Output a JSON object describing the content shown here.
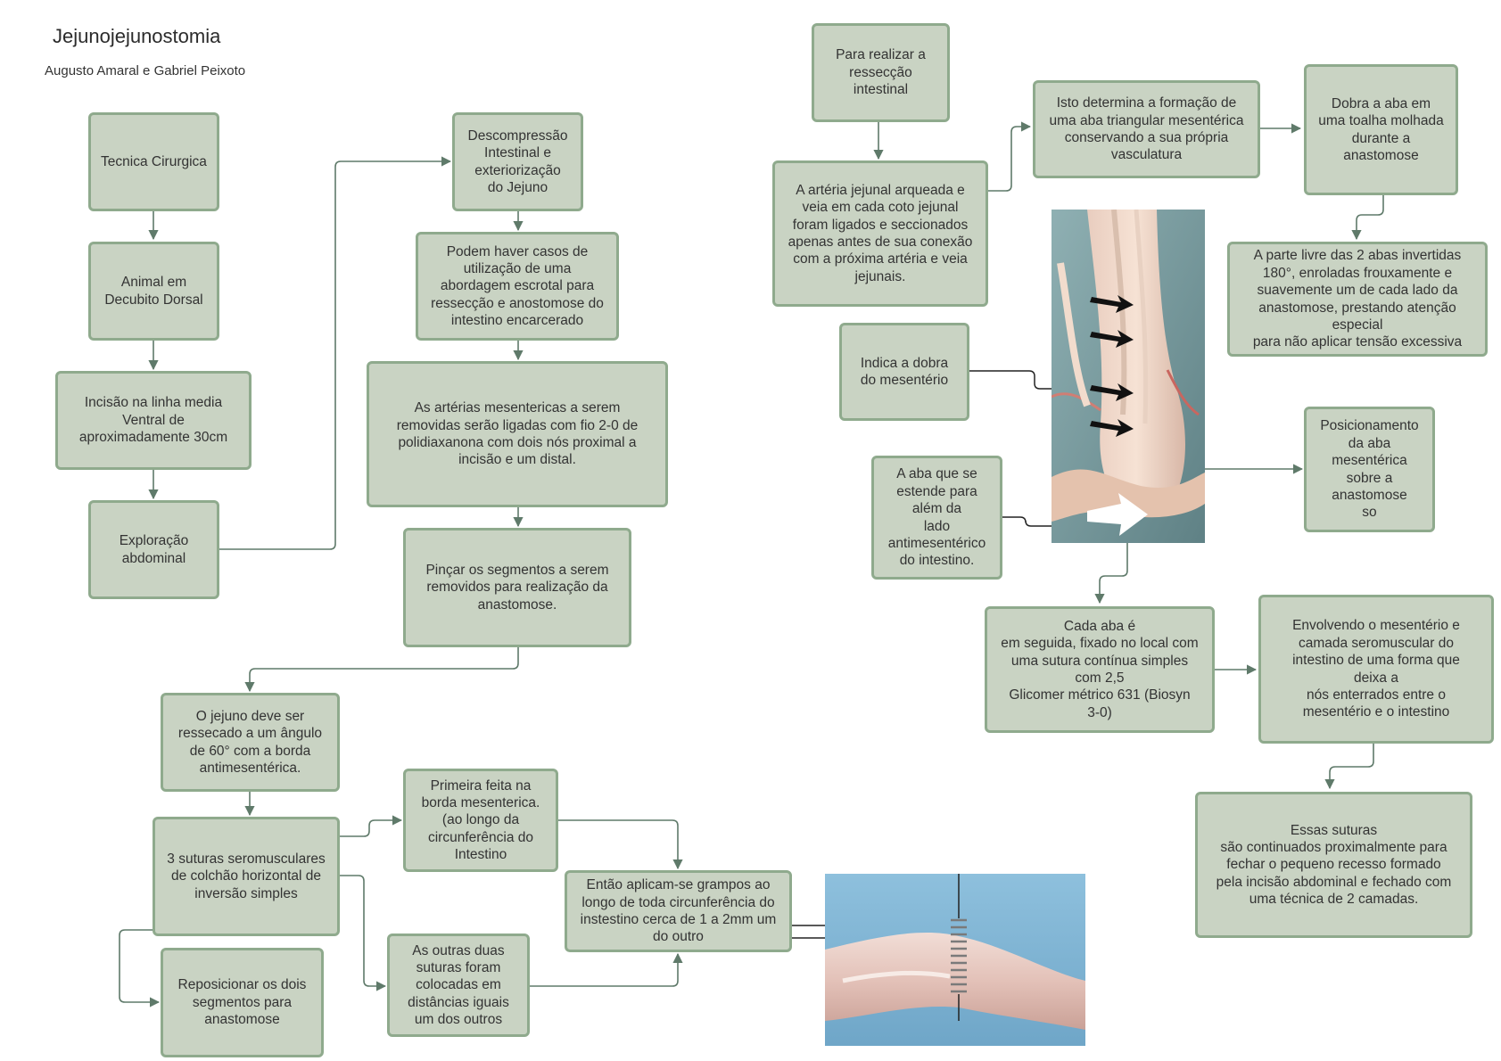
{
  "header": {
    "title": "Jejunojejunostomia",
    "authors": "Augusto Amaral e Gabriel Peixoto"
  },
  "nodes": {
    "tecnica": "Tecnica Cirurgica",
    "decubito": "Animal em\nDecubito Dorsal",
    "incisao": "Incisão na linha media\nVentral de\naproximadamente 30cm",
    "exploracao": "Exploração\nabdominal",
    "descompressao": "Descompressão\nIntestinal e\nexteriorização\ndo Jejuno",
    "escrotal": "Podem haver casos de\nutilização de uma\nabordagem escrotal para\nressecção e anostomose do\nintestino encarcerado",
    "arterias_mesentericas": "As artérias mesentericas a serem\nremovidas serão ligadas com fio 2-0 de\npolidiaxanona com dois nós proximal a\nincisão e um distal.",
    "pincar": "Pinçar os segmentos a serem\nremovidos para realização da\nanastomose.",
    "jejuno_ressecado": "O jejuno deve ser\nressecado a um ângulo\nde 60° com a borda\nantimesentérica.",
    "tres_suturas": "3 suturas seromusculares\nde colchão horizontal de\ninversão simples",
    "reposicionar": "Reposicionar os dois\nsegmentos para\nanastomose",
    "primeira_feita": "Primeira feita na\nborda mesenterica.\n(ao longo da\ncircunferência do\nIntestino",
    "outras_duas": "As outras duas\nsuturas foram\ncolocadas em\ndistâncias iguais\num dos outros",
    "grampos": "Então aplicam-se grampos ao\nlongo de toda circunferência do\ninstestino cerca de 1 a 2mm um\ndo outro",
    "para_realizar": "Para realizar a\nressecção\nintestinal",
    "arteria_jejunal": "A artéria jejunal arqueada e\nveia em cada coto jejunal\nforam ligados e seccionados\napenas antes de sua conexão\ncom a próxima artéria e veia\njejunais.",
    "aba_triangular": "Isto determina a formação de\numa aba triangular mesentérica\nconservando a sua própria\nvasculatura",
    "dobra_aba": "Dobra a aba em\numa toalha molhada\ndurante a\nanastomose",
    "parte_livre": "A parte livre das 2 abas invertidas\n180°, enroladas frouxamente e\nsuavemente um de cada lado da\nanastomose, prestando atenção\nespecial\npara não aplicar tensão excessiva",
    "indica_dobra": "Indica a dobra\ndo mesentério",
    "aba_estende": "A aba que se\nestende para\nalém da\nlado\nantimesentérico\ndo intestino.",
    "posicionamento": "Posicionamento\nda aba\nmesentérica\nsobre a\nanastomose\nso",
    "cada_aba": "Cada aba é\nem seguida, fixado no local com\numa sutura contínua simples\ncom 2,5\nGlicomer métrico 631 (Biosyn\n3-0)",
    "envolvendo": "Envolvendo o mesentério e\ncamada seromuscular do\nintestino de uma forma que\ndeixa a\nnós enterrados entre o\nmesentério e o intestino",
    "essas_suturas": "Essas suturas\nsão continuados proximalmente para\nfechar o pequeno recesso formado\npela incisão abdominal e fechado com\numa técnica de 2 camadas."
  },
  "colors": {
    "box_fill": "#c9d3c3",
    "box_border": "#8faa8d",
    "connector": "#5f7a6a",
    "pointer_line": "#222222"
  }
}
